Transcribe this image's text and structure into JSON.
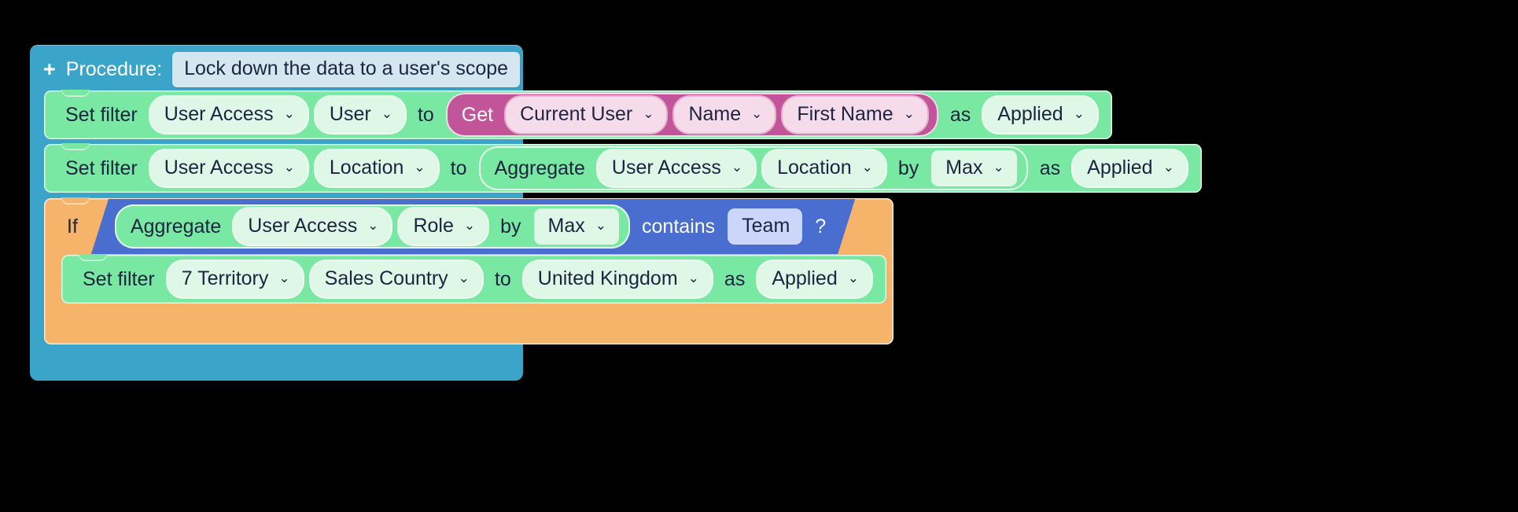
{
  "procedure": {
    "add_icon": "plus-icon",
    "label": "Procedure:",
    "title": "Lock down the data to a user's scope",
    "color": "#3ba4c9"
  },
  "colors": {
    "procedure_teal": "#3ba4c9",
    "statement_green": "#78e8a3",
    "field_green": "#dff7e6",
    "if_orange": "#f6b46a",
    "condition_blue": "#4a6ed0",
    "get_pink": "#c2549a",
    "field_pink": "#f6dcea",
    "field_lavender": "#ccd6fb",
    "text_dark": "#1c2440",
    "background": "#000000"
  },
  "caret_glyph": "⌄",
  "blocks": [
    {
      "type": "set-filter",
      "color": "#78e8a3",
      "keyword": "Set filter",
      "table": "User Access",
      "field": "User",
      "to_word": "to",
      "value": {
        "type": "get",
        "color": "#c2549a",
        "keyword": "Get",
        "source": "Current User",
        "attribute": "Name",
        "detail": "First Name"
      },
      "as_word": "as",
      "mode": "Applied"
    },
    {
      "type": "set-filter",
      "color": "#78e8a3",
      "keyword": "Set filter",
      "table": "User Access",
      "field": "Location",
      "to_word": "to",
      "value": {
        "type": "aggregate",
        "color": "#78e8a3",
        "keyword": "Aggregate",
        "table": "User Access",
        "field": "Location",
        "by_word": "by",
        "func": "Max"
      },
      "as_word": "as",
      "mode": "Applied"
    },
    {
      "type": "if",
      "color": "#f6b46a",
      "keyword": "If",
      "condition": {
        "color": "#4a6ed0",
        "left": {
          "type": "aggregate",
          "color": "#78e8a3",
          "keyword": "Aggregate",
          "table": "User Access",
          "field": "Role",
          "by_word": "by",
          "func": "Max"
        },
        "operator": "contains",
        "right": "Team",
        "terminator": "?"
      },
      "body": [
        {
          "type": "set-filter",
          "color": "#78e8a3",
          "keyword": "Set filter",
          "table": "7 Territory",
          "field": "Sales Country",
          "to_word": "to",
          "value_text": "United Kingdom",
          "as_word": "as",
          "mode": "Applied"
        }
      ]
    }
  ]
}
